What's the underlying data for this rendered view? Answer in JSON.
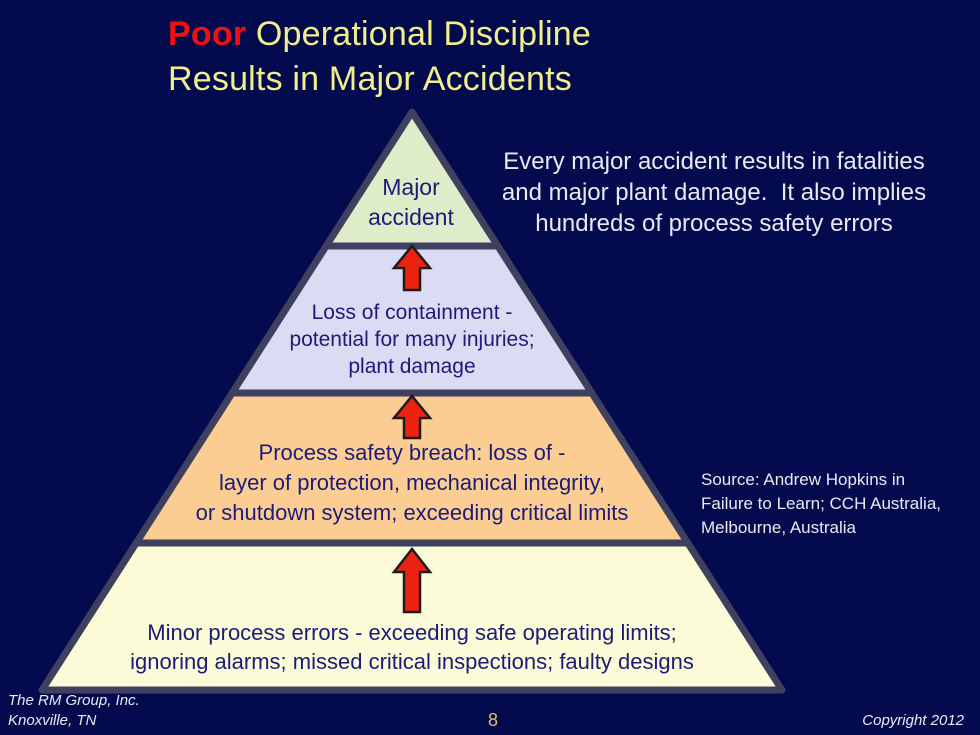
{
  "slide": {
    "title": {
      "emphasis": "Poor",
      "rest": " Operational Discipline",
      "line2": "Results in Major Accidents"
    },
    "annotation": "Every major accident results in fatalities\nand major plant damage.  It also implies\nhundreds of process safety errors",
    "pyramid": {
      "tiers": [
        {
          "id": "major-accident",
          "label": "Major\naccident"
        },
        {
          "id": "loss-of-containment",
          "label": "Loss of containment -\npotential for many injuries;\nplant damage"
        },
        {
          "id": "process-safety-breach",
          "label": "Process safety breach: loss of -\nlayer of protection, mechanical integrity,\nor shutdown system; exceeding critical limits"
        },
        {
          "id": "minor-process-errors",
          "label": "Minor process errors - exceeding safe operating limits;\nignoring alarms; missed critical inspections; faulty designs"
        }
      ]
    },
    "source": "Source: Andrew Hopkins in\nFailure to Learn; CCH Australia,\nMelbourne, Australia",
    "footer": {
      "left": "The RM Group, Inc.\nKnoxville, TN",
      "page_number": "8",
      "right": "Copyright 2012"
    }
  },
  "colors": {
    "background": "#030b4e",
    "title_emphasis": "#ee1111",
    "title_text": "#f2ee8a",
    "annotation_text": "#e9e9f2",
    "tier1_fill": "#dfecca",
    "tier2_fill": "#dbdbf3",
    "tier3_fill": "#fbcd92",
    "tier4_fill": "#fbfbd8",
    "pyramid_border": "#3f3f60",
    "tier_text": "#1c1c78",
    "arrow_fill": "#ee2211",
    "arrow_outline": "#1c1c1c",
    "page_number": "#dcc06a"
  }
}
